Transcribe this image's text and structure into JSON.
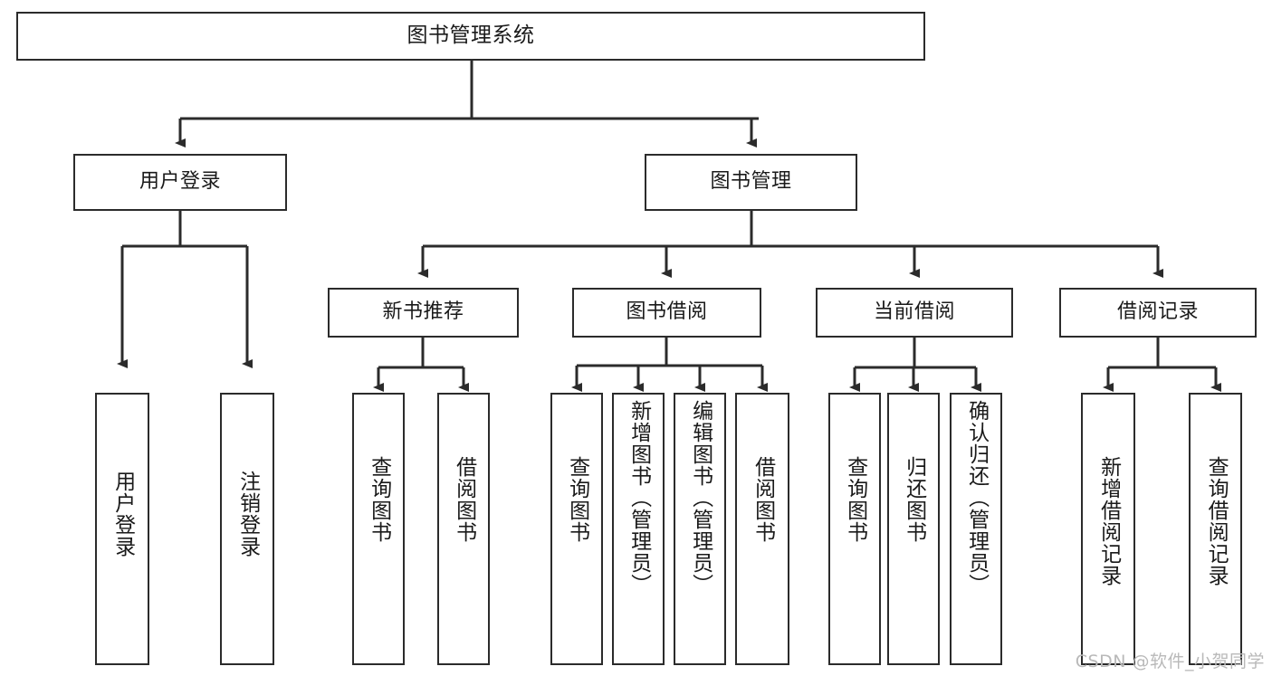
{
  "diagram": {
    "title": "图书管理系统",
    "type": "tree",
    "orientation": "top-down",
    "colors": {
      "box_border": "#2b2b2b",
      "box_fill": "#ffffff",
      "edge": "#2b2b2b",
      "text": "#1a1a1a",
      "watermark": "#b9b9b9",
      "background": "#ffffff"
    },
    "watermark": "CSDN @软件_小贺同学"
  },
  "nodes": {
    "root": {
      "label": "图书管理系统",
      "level": 1
    },
    "level2": [
      {
        "id": "user-login",
        "label": "用户登录"
      },
      {
        "id": "book-management",
        "label": "图书管理"
      }
    ],
    "level3": [
      {
        "id": "new-book-recommend",
        "label": "新书推荐"
      },
      {
        "id": "book-borrow",
        "label": "图书借阅"
      },
      {
        "id": "current-borrow",
        "label": "当前借阅"
      },
      {
        "id": "borrow-record",
        "label": "借阅记录"
      }
    ],
    "leaves": {
      "user-login": [
        {
          "id": "leaf-user-login",
          "label": "用户登录"
        },
        {
          "id": "leaf-logout-login",
          "label": "注销登录"
        }
      ],
      "new-book-recommend": [
        {
          "id": "leaf-query-book-1",
          "label": "查询图书"
        },
        {
          "id": "leaf-borrow-book-1",
          "label": "借阅图书"
        }
      ],
      "book-borrow": [
        {
          "id": "leaf-query-book-2",
          "label": "查询图书"
        },
        {
          "id": "leaf-add-book",
          "label": "新增图书（管理员）"
        },
        {
          "id": "leaf-edit-book",
          "label": "编辑图书（管理员）"
        },
        {
          "id": "leaf-borrow-book-2",
          "label": "借阅图书"
        }
      ],
      "current-borrow": [
        {
          "id": "leaf-query-book-3",
          "label": "查询图书"
        },
        {
          "id": "leaf-return-book",
          "label": "归还图书"
        },
        {
          "id": "leaf-confirm-return",
          "label": "确认归还（管理员）"
        }
      ],
      "borrow-record": [
        {
          "id": "leaf-add-record",
          "label": "新增借阅记录"
        },
        {
          "id": "leaf-query-record",
          "label": "查询借阅记录"
        }
      ]
    }
  }
}
